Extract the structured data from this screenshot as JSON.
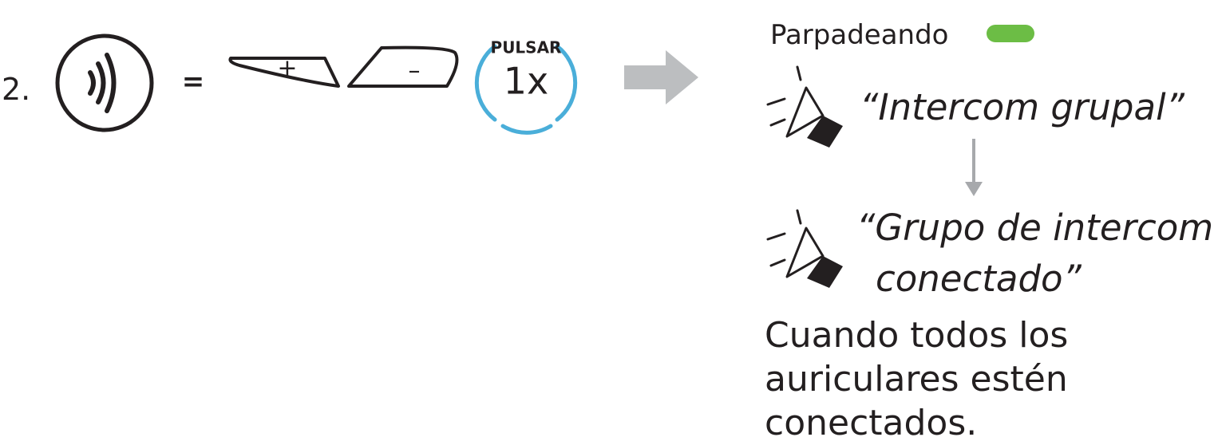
{
  "step": {
    "number": "2."
  },
  "buttons": {
    "main_icon": "intercom-wave-icon",
    "equals": "=",
    "plus_label": "+",
    "minus_label": "–",
    "press_badge": {
      "top_label": "PULSAR",
      "count": "1x"
    }
  },
  "arrow": {
    "icon": "arrow-right-icon"
  },
  "status": {
    "label": "Parpadeando",
    "led_color": "#6cbd45"
  },
  "announcements": [
    {
      "icon": "speaker-icon",
      "lines": [
        "“Intercom grupal”"
      ]
    },
    {
      "icon": "speaker-icon",
      "lines": [
        "“Grupo de intercom",
        "conectado”"
      ]
    }
  ],
  "note": {
    "text": "Cuando todos los auriculares estén conectados."
  },
  "colors": {
    "text": "#231f20",
    "badge_ring": "#4aaed9",
    "arrow": "#bcbec0",
    "down_arrow": "#a7a9ac",
    "led": "#6cbd45"
  }
}
